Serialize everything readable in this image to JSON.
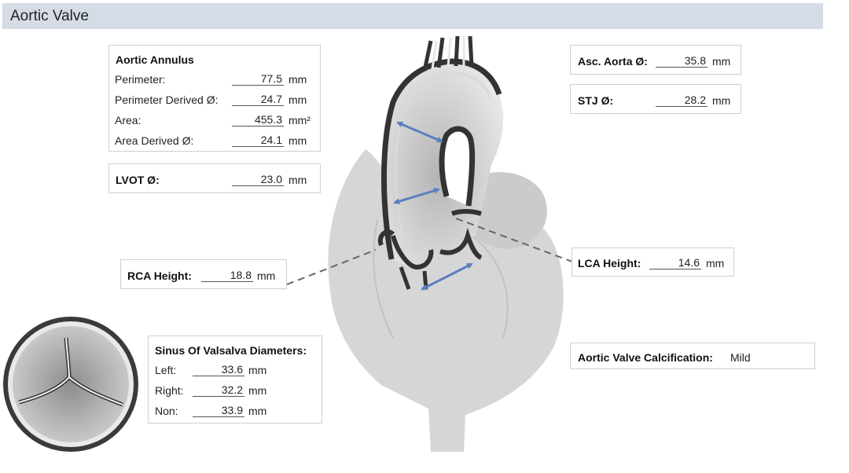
{
  "header": {
    "title": "Aortic Valve"
  },
  "annulus": {
    "title": "Aortic Annulus",
    "rows": [
      {
        "label": "Perimeter:",
        "value": "77.5",
        "unit": "mm"
      },
      {
        "label": "Perimeter Derived Ø:",
        "value": "24.7",
        "unit": "mm"
      },
      {
        "label": "Area:",
        "value": "455.3",
        "unit": "mm²"
      },
      {
        "label": "Area Derived Ø:",
        "value": "24.1",
        "unit": "mm"
      }
    ]
  },
  "lvot": {
    "label": "LVOT Ø:",
    "value": "23.0",
    "unit": "mm"
  },
  "rca": {
    "label": "RCA Height:",
    "value": "18.8",
    "unit": "mm"
  },
  "sinus": {
    "title": "Sinus Of Valsalva Diameters:",
    "rows": [
      {
        "label": "Left:",
        "value": "33.6",
        "unit": "mm"
      },
      {
        "label": "Right:",
        "value": "32.2",
        "unit": "mm"
      },
      {
        "label": "Non:",
        "value": "33.9",
        "unit": "mm"
      }
    ]
  },
  "asc_aorta": {
    "label": "Asc. Aorta Ø:",
    "value": "35.8",
    "unit": "mm"
  },
  "stj": {
    "label": "STJ Ø:",
    "value": "28.2",
    "unit": "mm"
  },
  "lca": {
    "label": "LCA Height:",
    "value": "14.6",
    "unit": "mm"
  },
  "calcification": {
    "label": "Aortic Valve Calcification:",
    "value": "Mild"
  },
  "colors": {
    "header_bg": "#d5dce6",
    "arrow": "#5b7fc0",
    "heart_fill": "#d6d6d6",
    "outline": "#333333"
  }
}
